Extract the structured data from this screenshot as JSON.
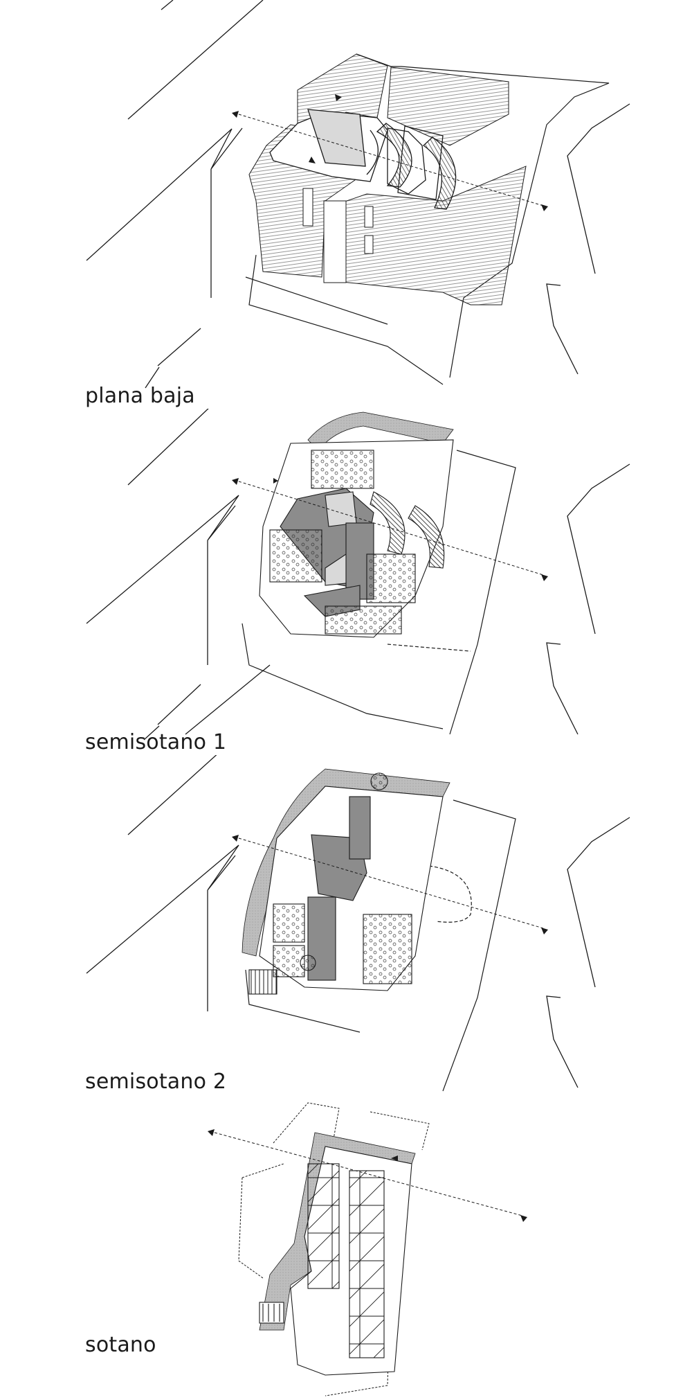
{
  "colors": {
    "line": "#1a1a1a",
    "hatch": "#6a6a6a",
    "paving": "#bdbdbd",
    "circulation": "#8c8c8c",
    "light_fill": "#d9d9d9"
  },
  "floors": [
    {
      "id": "plana-baja",
      "label": "plana baja"
    },
    {
      "id": "semisotano-1",
      "label": "semisotano 1"
    },
    {
      "id": "semisotano-2",
      "label": "semisotano 2"
    },
    {
      "id": "sotano",
      "label": "sotano"
    }
  ]
}
